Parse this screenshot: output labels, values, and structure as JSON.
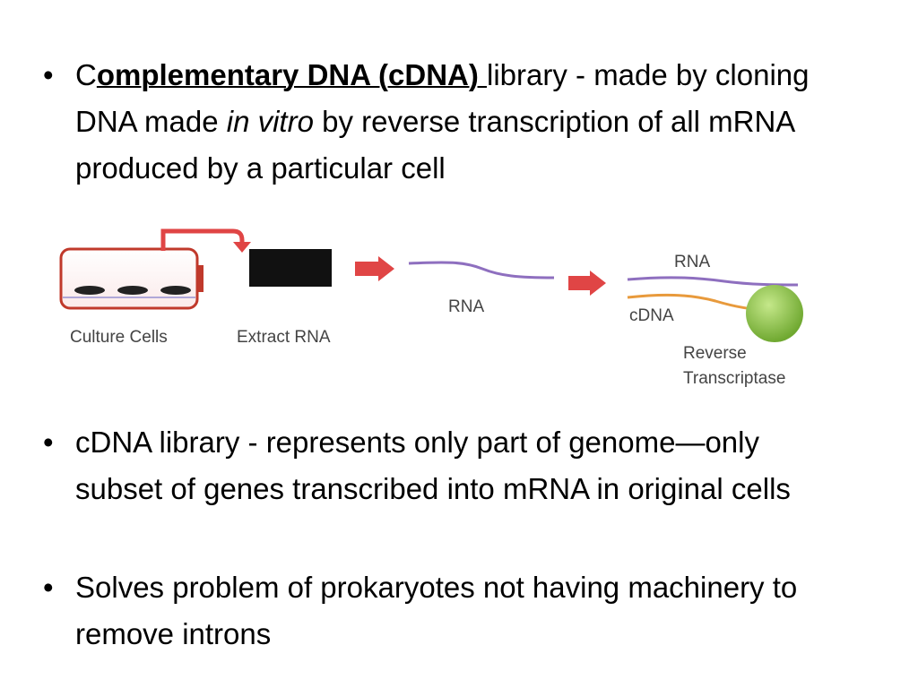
{
  "bullets": {
    "b1": {
      "symbol": "•",
      "c_letter": "C",
      "term_underlined": "omplementary DNA (cDNA) ",
      "part1": "library - made by cloning DNA made ",
      "italic": "in vitro",
      "part2": " by reverse transcription of all mRNA produced by a particular cell"
    },
    "b2": {
      "symbol": "•",
      "text": "cDNA library - represents only part of genome—only subset of genes transcribed into mRNA in original cells"
    },
    "b3": {
      "symbol": "•",
      "text": "Solves problem of prokaryotes not having machinery to remove introns"
    }
  },
  "figure": {
    "labels": {
      "culture_cells": "Culture Cells",
      "extract_rna": "Extract RNA",
      "rna_middle": "RNA",
      "rna_top": "RNA",
      "cdna": "cDNA",
      "reverse": "Reverse",
      "transcriptase": "Transcriptase"
    },
    "colors": {
      "dish_border": "#c0392b",
      "arrow": "#e04545",
      "rna": "#8e6fbf",
      "cdna": "#e89a3c",
      "enzyme": "#8bc34a",
      "extract_box": "#111111"
    }
  }
}
